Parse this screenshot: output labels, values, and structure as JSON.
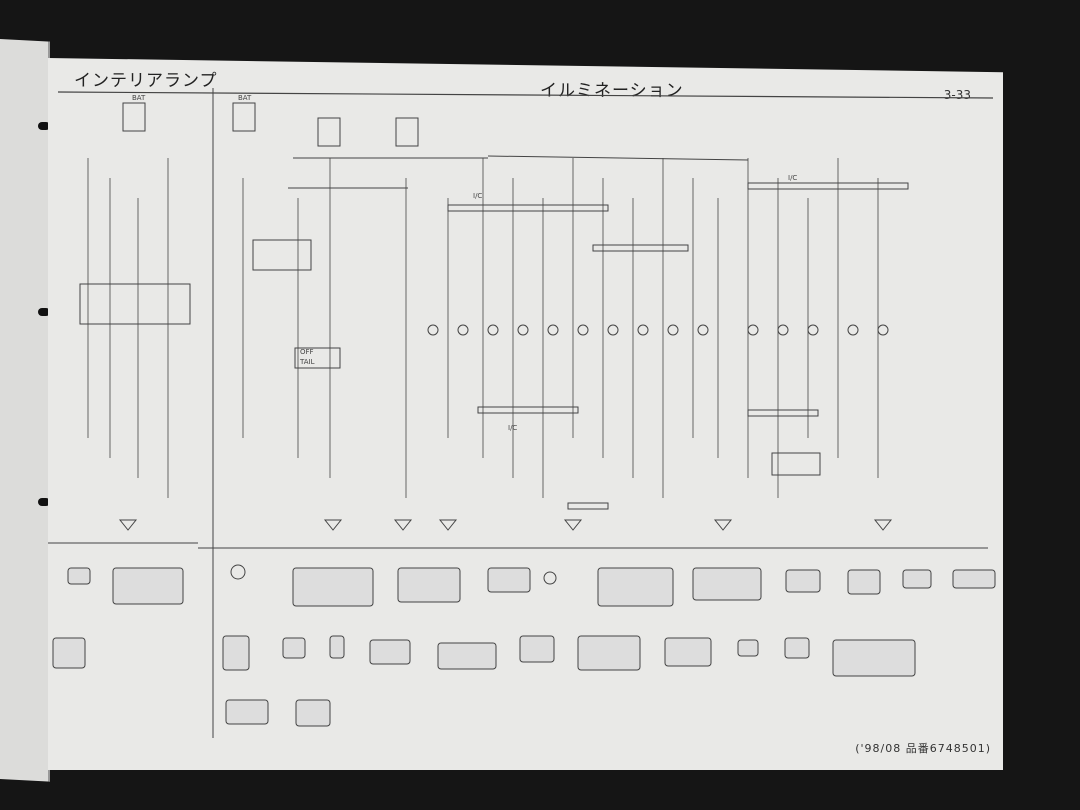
{
  "header": {
    "left_title": "インテリアランプ",
    "right_title": "イルミネーション",
    "page_number": "3-33"
  },
  "labels": {
    "bat_1": "BAT",
    "bat_2": "BAT",
    "ic_1": "I/C",
    "ic_2": "I/C",
    "ic_3": "I/C",
    "switch": "TAIL",
    "switch_off": "OFF"
  },
  "footer": "('98/08 品番6748501)",
  "colors": {
    "paper": "#e9e9e7",
    "ink": "#333333",
    "background": "#151515"
  }
}
